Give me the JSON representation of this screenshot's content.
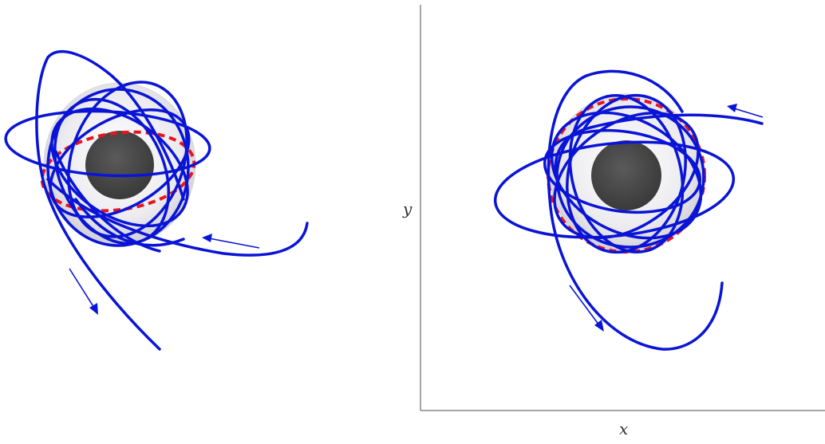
{
  "axes": {
    "x_label": "x",
    "y_label": "y"
  },
  "colors": {
    "orbit": "#0a14d6",
    "horizon": "#444444",
    "photon_ring": "#e8141e",
    "halo": "#e4e4ea",
    "axis": "#888888"
  },
  "panels": [
    {
      "name": "left-panel-orbit",
      "has_axes": false,
      "arrows": [
        "incoming-arrow",
        "outgoing-arrow"
      ]
    },
    {
      "name": "right-panel-orbit",
      "has_axes": true,
      "arrows": [
        "incoming-arrow",
        "outgoing-arrow"
      ]
    }
  ]
}
